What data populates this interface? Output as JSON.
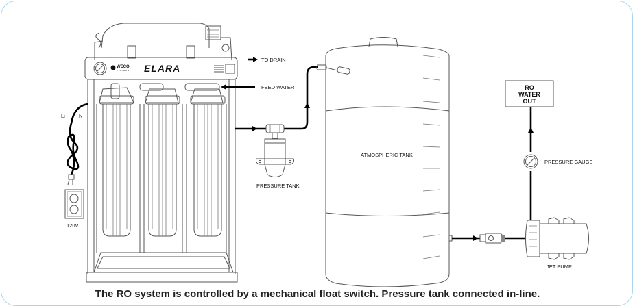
{
  "diagram": {
    "title": "RO system with atmospheric tank, pressure tank and jet pump",
    "unit": {
      "brand_logo": "ELARA",
      "maker_logo": "WECO",
      "maker_sub": "FILTERS"
    },
    "labels": {
      "to_drain": "TO DRAIN",
      "feed_water": "FEED WATER",
      "pressure_tank": "PRESSURE TANK",
      "atmospheric_tank": "ATMOSPHERIC TANK",
      "ro_water_out_line1": "RO",
      "ro_water_out_line2": "WATER",
      "ro_water_out_line3": "OUT",
      "pressure_gauge": "PRESSURE GAUGE",
      "jet_pump": "JET PUMP",
      "line": "Li",
      "neutral": "N",
      "voltage": "120V"
    },
    "caption": "The RO system is controlled by a mechanical float switch. Pressure tank connected in-line."
  },
  "colors": {
    "frame_border": "#a9d5ee",
    "line_art": "#555555",
    "pipe": "#000000",
    "text": "#222222"
  }
}
